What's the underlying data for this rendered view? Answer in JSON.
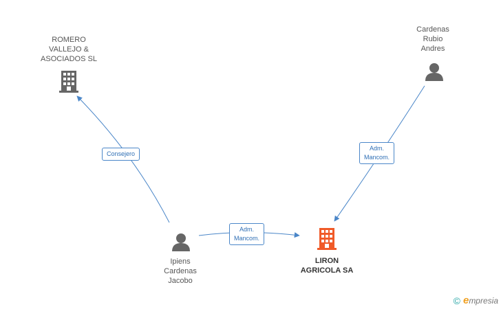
{
  "nodes": {
    "romero": {
      "label": "ROMERO\nVALLEJO &\nASOCIADOS SL",
      "icon": "building-icon",
      "color": "#666666"
    },
    "cardenas_rubio": {
      "label": "Cardenas\nRubio\nAndres",
      "icon": "person-icon",
      "color": "#666666"
    },
    "ipiens": {
      "label": "Ipiens\nCardenas\nJacobo",
      "icon": "person-icon",
      "color": "#666666"
    },
    "liron": {
      "label": "LIRON\nAGRICOLA SA",
      "icon": "building-icon",
      "color": "#f05a28"
    }
  },
  "edges": {
    "consejero": {
      "label": "Consejero"
    },
    "adm_top": {
      "label": "Adm.\nMancom."
    },
    "adm_bottom": {
      "label": "Adm.\nMancom."
    }
  },
  "colors": {
    "edge": "#4a86c8"
  },
  "brand": {
    "copyright": "©",
    "e": "e",
    "rest": "mpresia"
  }
}
